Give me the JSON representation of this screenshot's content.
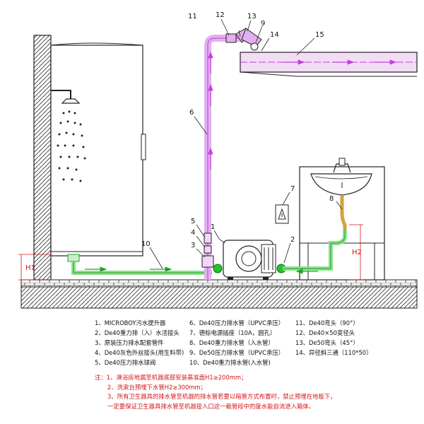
{
  "diagram": {
    "callouts": [
      "1",
      "2",
      "3",
      "4",
      "5",
      "6",
      "7",
      "8",
      "9",
      "10",
      "11",
      "12",
      "13",
      "14",
      "15"
    ],
    "dimension_h1": "H1",
    "dimension_h2": "H2"
  },
  "legend": {
    "col1": [
      "1、MICROBOY污水提升器",
      "2、De40重力排（入）水活接头",
      "3、原装压力排水配套管件",
      "4、De40灰色外丝接头(用生料带)",
      "5、De40压力排水球阀"
    ],
    "col2": [
      "6、De40压力排水管（UPVC承压）",
      "7、德标电源插座（10A，圆孔）",
      "8、De40重力排水管（入水管）",
      "9、De50压力排水管（UPVC承压）",
      "10、De40重力排水管(入水管)"
    ],
    "col3": [
      "11、De40弯头（90°）",
      "12、De40×50变径头",
      "13、De50弯头（45°）",
      "14、异径斜三通（110*50）"
    ]
  },
  "notes": {
    "n1": "注：1、淋浴房地漏至机器底部安装基准面H1≥200mm；",
    "n2": "2、洗漱台预埋下水管H2≥300mm；",
    "n3": "3、所有卫生器具的排水管至机器的排水管若要以暗管方式布置时，禁止预埋在地板下，",
    "n4": "一定要保证卫生器具排水管至机器接入口这一截管段中的废水能自流进入箱体。"
  },
  "colors": {
    "line": "#222222",
    "pressure_pipe": "#d07ee0",
    "gravity_pipe": "#7ee07e",
    "joint": "#22c42a",
    "notes": "#d0161a",
    "dimension": "#d0161a"
  }
}
